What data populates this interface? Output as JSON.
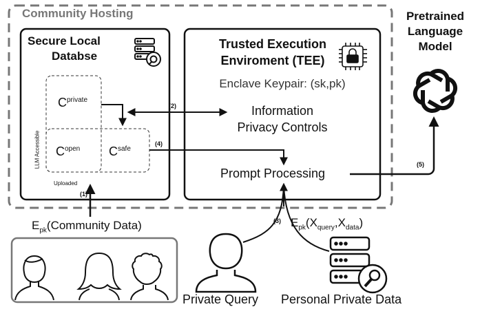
{
  "community_hosting": {
    "title": "Community Hosting"
  },
  "database": {
    "title_line1": "Secure Local",
    "title_line2": "Databse",
    "c_private": {
      "base": "C",
      "sup": "private"
    },
    "c_open": {
      "base": "C",
      "sup": "open"
    },
    "c_safe": {
      "base": "C",
      "sup": "safe"
    },
    "llm_accessible": "LLM Accessible",
    "uploaded": "Uploaded"
  },
  "tee": {
    "title_line1": "Trusted Execution",
    "title_line2": "Enviroment (TEE)",
    "keypair": "Enclave Keypair: (sk,pk)",
    "privacy_line1": "Information",
    "privacy_line2": "Privacy Controls",
    "prompt_processing": "Prompt Processing"
  },
  "llm": {
    "line1": "Pretrained",
    "line2": "Language",
    "line3": "Model"
  },
  "steps": {
    "s1": "(1)",
    "s2": "(2)",
    "s3": "(3)",
    "s4": "(4)",
    "s5": "(5)"
  },
  "community_data": {
    "prefix": "E",
    "sub": "pk",
    "text": "(Community Data)"
  },
  "query_data": {
    "prefix": "E",
    "sub": "pk",
    "open": "(X",
    "sub_query": "query",
    "comma": ",X",
    "sub_data": "data",
    "close": ")"
  },
  "private_query": "Private Query",
  "personal_private_data": "Personal Private Data",
  "icons": [
    "server-search-icon",
    "chip-lock-icon",
    "openai-logo-icon",
    "person-icon",
    "community-person-icon"
  ]
}
